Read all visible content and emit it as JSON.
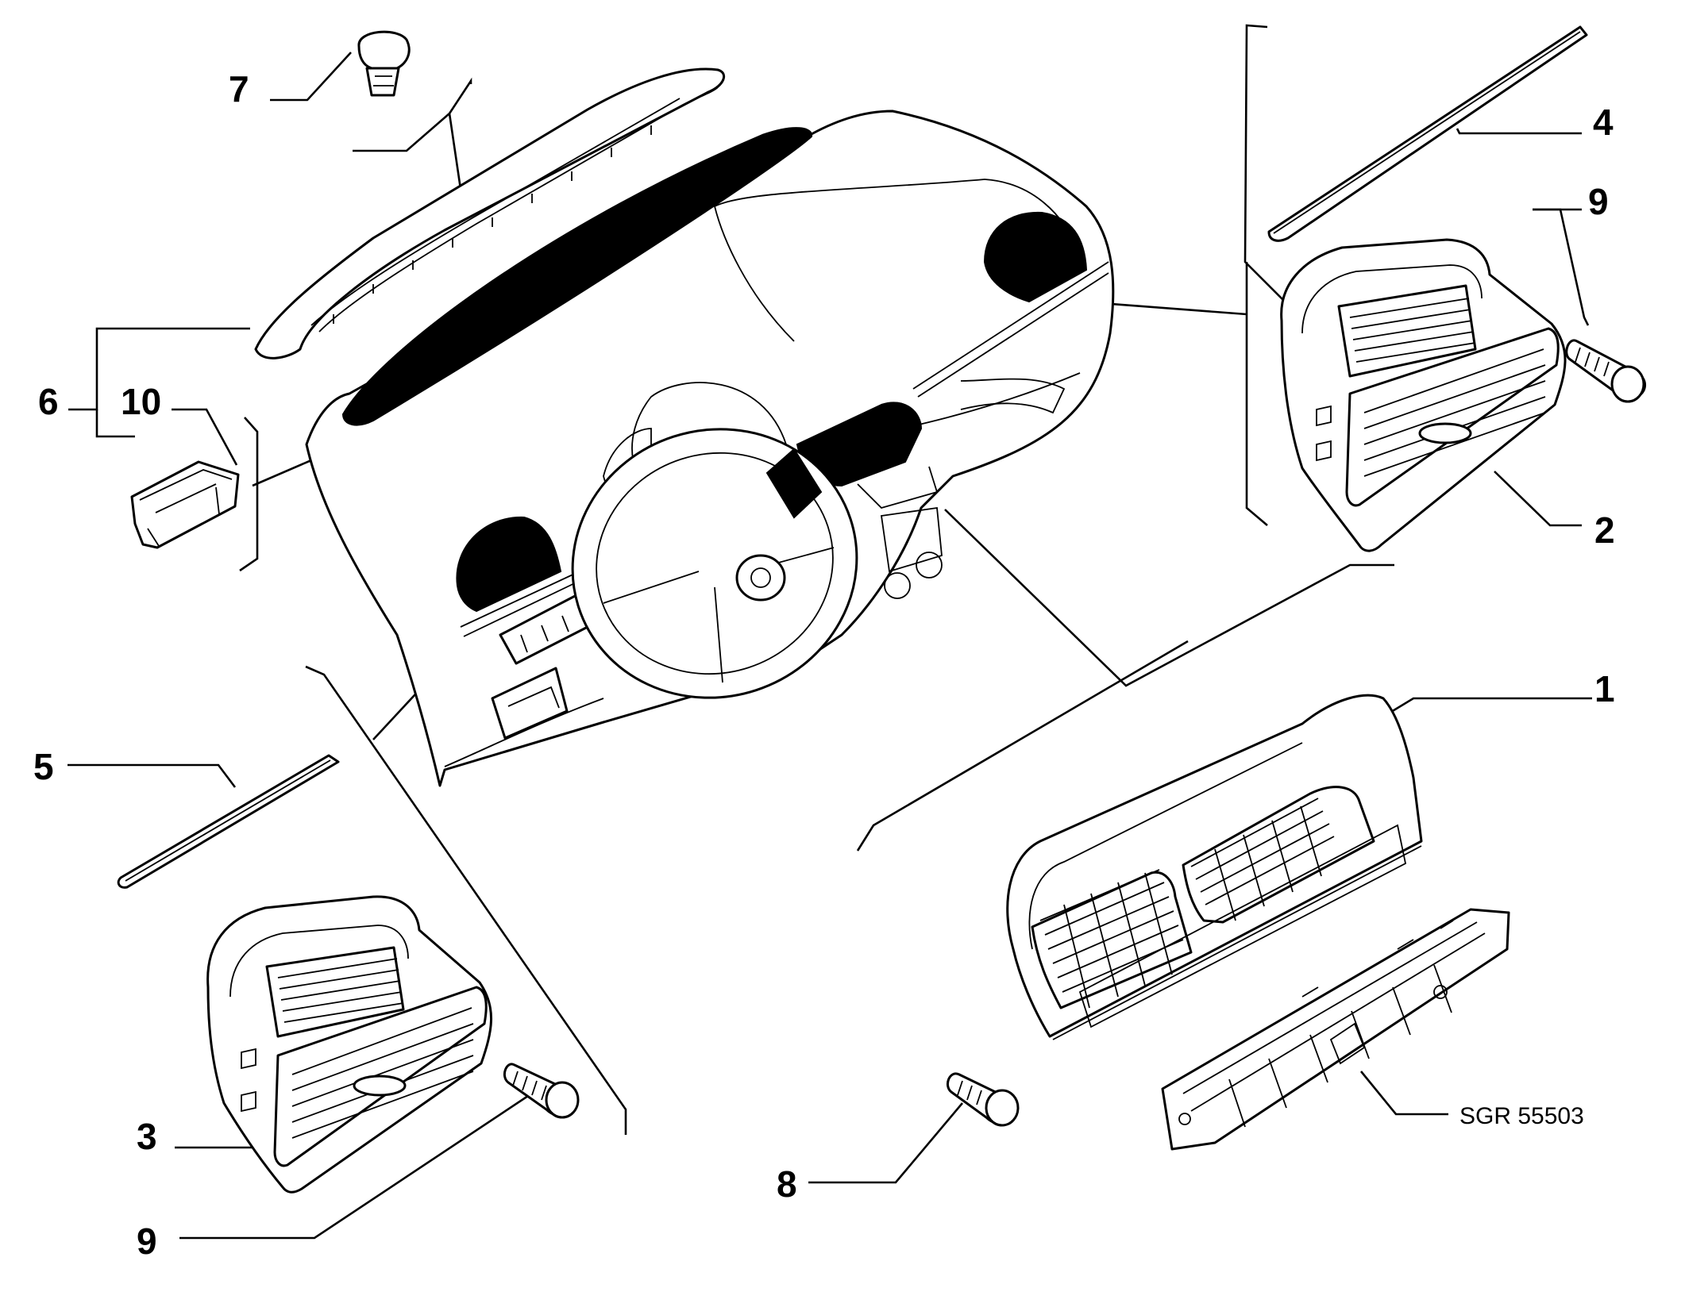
{
  "diagram": {
    "reference_code": "SGR 55503",
    "callouts": [
      {
        "id": "1",
        "label": "1"
      },
      {
        "id": "2",
        "label": "2"
      },
      {
        "id": "3",
        "label": "3"
      },
      {
        "id": "4",
        "label": "4"
      },
      {
        "id": "5",
        "label": "5"
      },
      {
        "id": "6",
        "label": "6"
      },
      {
        "id": "7",
        "label": "7"
      },
      {
        "id": "8",
        "label": "8"
      },
      {
        "id": "9a",
        "label": "9"
      },
      {
        "id": "9b",
        "label": "9"
      },
      {
        "id": "10",
        "label": "10"
      }
    ]
  }
}
